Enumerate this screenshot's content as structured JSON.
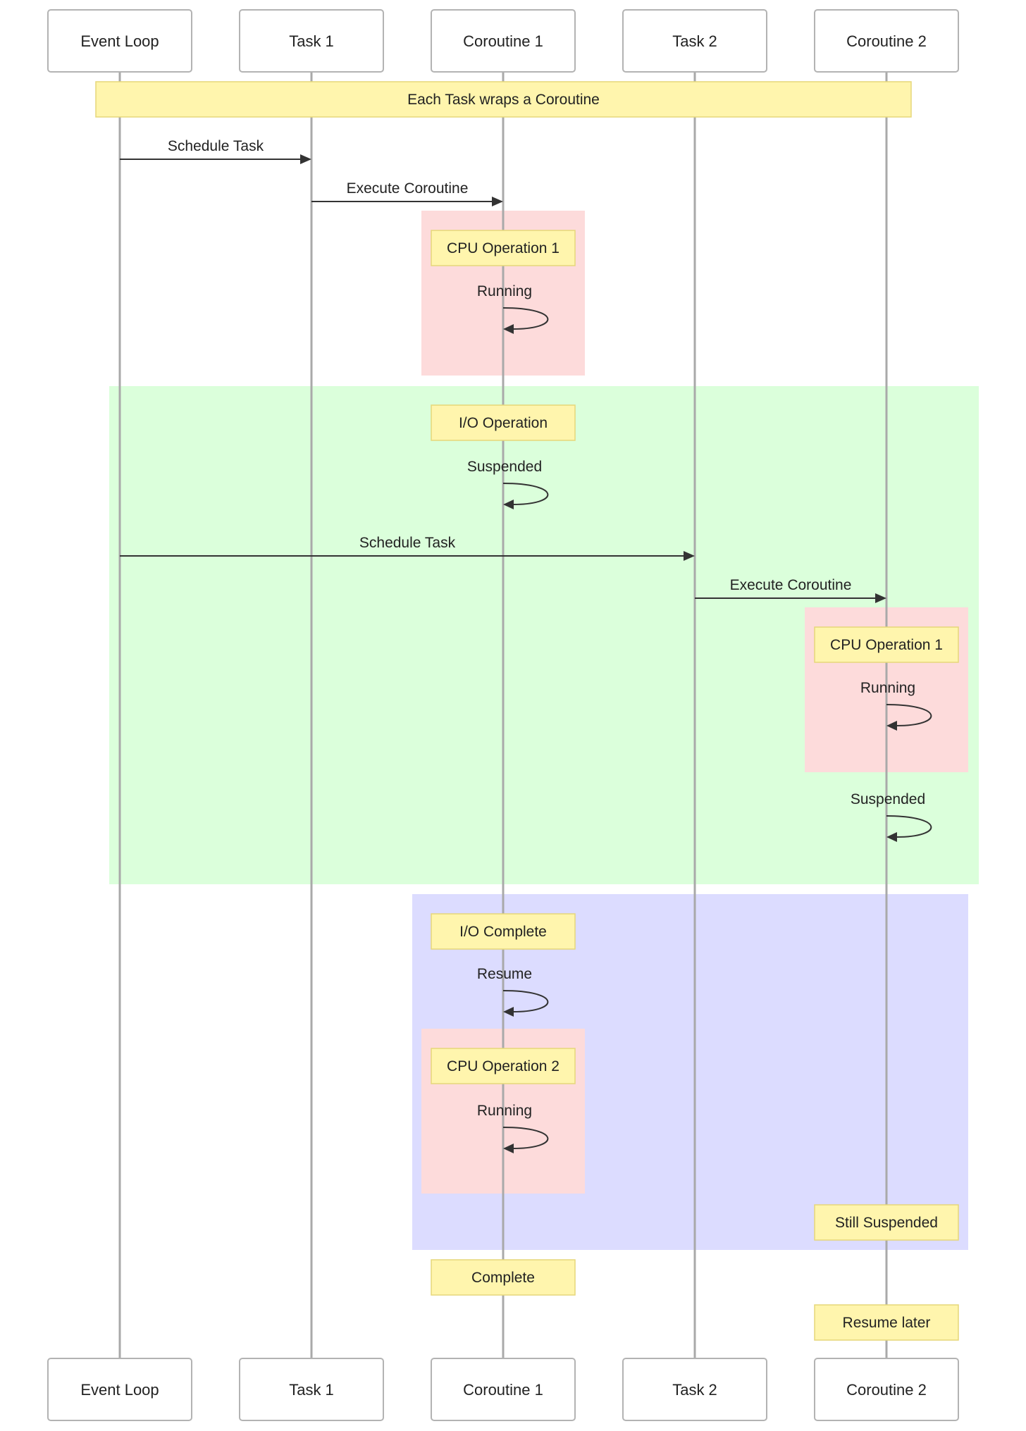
{
  "actors": [
    {
      "id": "loop",
      "label": "Event Loop"
    },
    {
      "id": "t1",
      "label": "Task 1"
    },
    {
      "id": "c1",
      "label": "Coroutine 1"
    },
    {
      "id": "t2",
      "label": "Task 2"
    },
    {
      "id": "c2",
      "label": "Coroutine 2"
    }
  ],
  "colors": {
    "cpu_region": "#fddbdb",
    "io_wait_region": "#dbffdb",
    "io_complete_region": "#dcdcff",
    "note_fill": "#fff5ad",
    "note_border": "#e6d77a",
    "lifeline": "#a9a9a9",
    "arrow": "#333333"
  },
  "regions": [
    {
      "name": "cpu-region-1",
      "color": "cpu_region"
    },
    {
      "name": "io-wait-region",
      "color": "io_wait_region"
    },
    {
      "name": "cpu-region-2",
      "color": "cpu_region"
    },
    {
      "name": "io-complete-region",
      "color": "io_complete_region"
    },
    {
      "name": "cpu-region-3",
      "color": "cpu_region"
    }
  ],
  "notes": [
    {
      "text": "Each Task wraps a Coroutine",
      "over": [
        "loop",
        "c2"
      ]
    },
    {
      "text": "CPU Operation 1",
      "over": [
        "c1"
      ]
    },
    {
      "text": "I/O Operation",
      "over": [
        "c1"
      ]
    },
    {
      "text": "CPU Operation 1",
      "over": [
        "c2"
      ]
    },
    {
      "text": "I/O Complete",
      "over": [
        "c1"
      ]
    },
    {
      "text": "CPU Operation 2",
      "over": [
        "c1"
      ]
    },
    {
      "text": "Still Suspended",
      "over": [
        "c2"
      ]
    },
    {
      "text": "Complete",
      "over": [
        "c1"
      ]
    },
    {
      "text": "Resume later",
      "over": [
        "c2"
      ]
    }
  ],
  "messages": [
    {
      "from": "loop",
      "to": "t1",
      "label": "Schedule Task"
    },
    {
      "from": "t1",
      "to": "c1",
      "label": "Execute Coroutine"
    },
    {
      "from": "c1",
      "to": "c1",
      "label": "Running"
    },
    {
      "from": "c1",
      "to": "c1",
      "label": "Suspended"
    },
    {
      "from": "loop",
      "to": "t2",
      "label": "Schedule Task"
    },
    {
      "from": "t2",
      "to": "c2",
      "label": "Execute Coroutine"
    },
    {
      "from": "c2",
      "to": "c2",
      "label": "Running"
    },
    {
      "from": "c2",
      "to": "c2",
      "label": "Suspended"
    },
    {
      "from": "c1",
      "to": "c1",
      "label": "Resume"
    },
    {
      "from": "c1",
      "to": "c1",
      "label": "Running"
    }
  ]
}
